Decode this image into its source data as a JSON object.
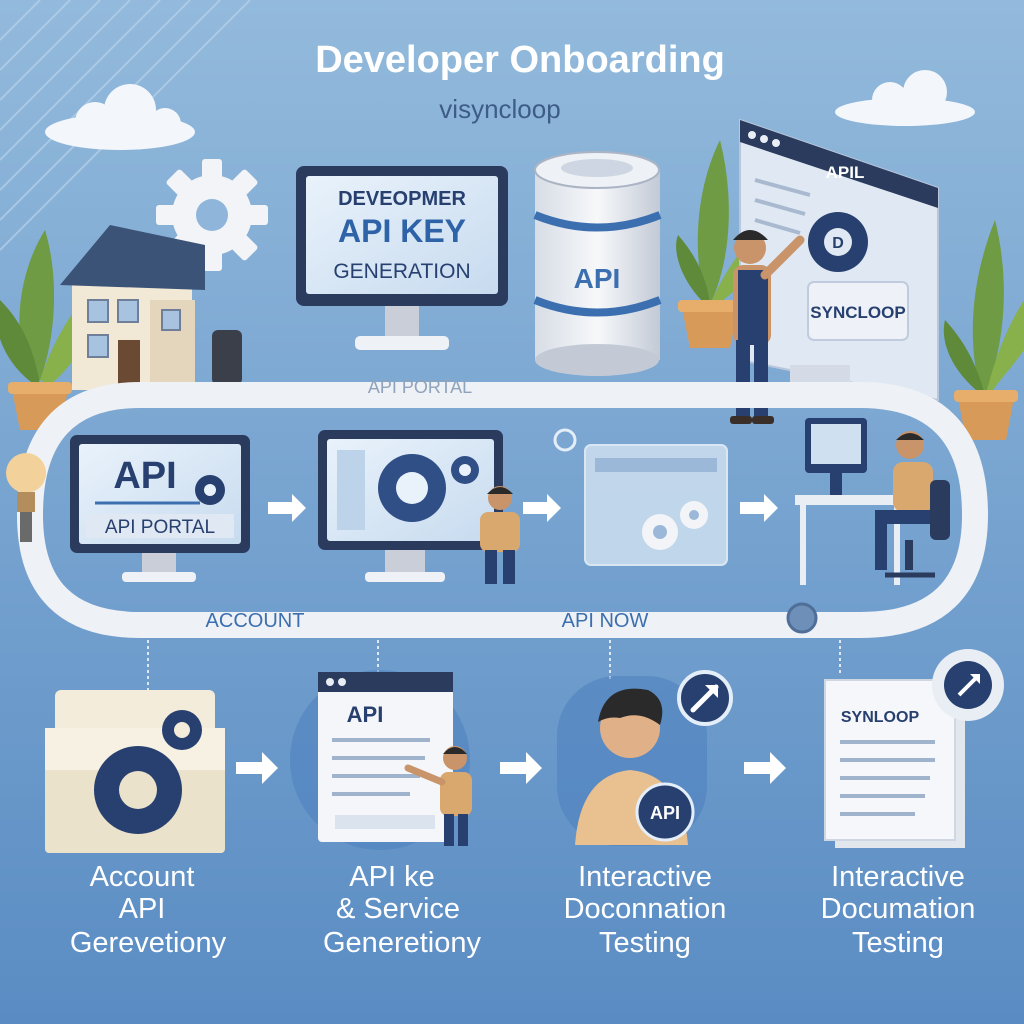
{
  "header": {
    "title": "Developer Onboarding",
    "subtitle": "visyncloop"
  },
  "monitor_key": {
    "line1": "DEVEOPMER",
    "line2": "API KEY",
    "line3": "GENERATION"
  },
  "database": {
    "label": "API"
  },
  "browser_right": {
    "tab_label": "APIL",
    "card_label": "SYNCLOOP"
  },
  "road": {
    "label_top": "API PORTAL",
    "label_left": "ACCOUNT",
    "label_mid": "API NOW"
  },
  "row_top": {
    "portal_screen_big": "API",
    "portal_screen_small": "API PORTAL"
  },
  "row_bottom": {
    "doc_header": "API",
    "badge_label": "API",
    "doc_right_label": "SYNLOOP"
  },
  "captions": [
    {
      "lines": [
        "Account",
        "API",
        "Gerevetiony"
      ]
    },
    {
      "lines": [
        "API ke",
        "& Service",
        "Generetiony"
      ]
    },
    {
      "lines": [
        "Interactive",
        "Doconnation",
        "Testing"
      ]
    },
    {
      "lines": [
        "Interactive",
        "Documation",
        "Testing"
      ]
    }
  ],
  "colors": {
    "background_top": "#8fb6da",
    "background_bottom": "#5f90c5",
    "navy": "#27406f",
    "road": "#eef1f5",
    "caption_text": "#ffffff",
    "title_text": "#ffffff"
  }
}
